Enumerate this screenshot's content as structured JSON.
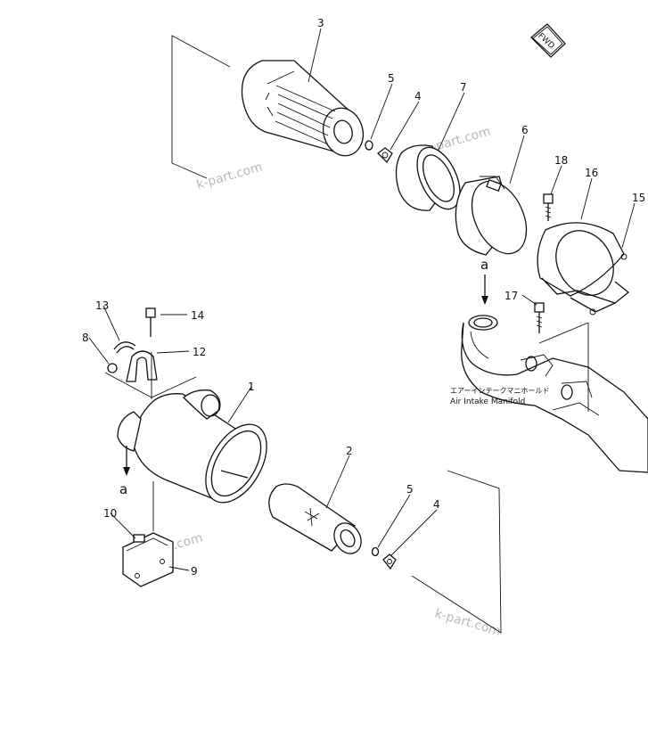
{
  "part_numbers": {
    "n1": "1",
    "n2": "2",
    "n3": "3",
    "n4a": "4",
    "n4b": "4",
    "n5a": "5",
    "n5b": "5",
    "n6": "6",
    "n7": "7",
    "n8": "8",
    "n9": "9",
    "n10": "10",
    "n12": "12",
    "n13": "13",
    "n14": "14",
    "n15": "15",
    "n16": "16",
    "n17": "17",
    "n18": "18"
  },
  "direction_badge": "FWD",
  "connection_markers": {
    "upper": "a",
    "lower": "a"
  },
  "manifold_label": {
    "japanese": "エアーインテークマニホールド",
    "english": "Air Intake Manifold"
  },
  "watermarks": [
    "k-part.com",
    "k-part.com",
    "k-part.com",
    "k-part.com"
  ]
}
